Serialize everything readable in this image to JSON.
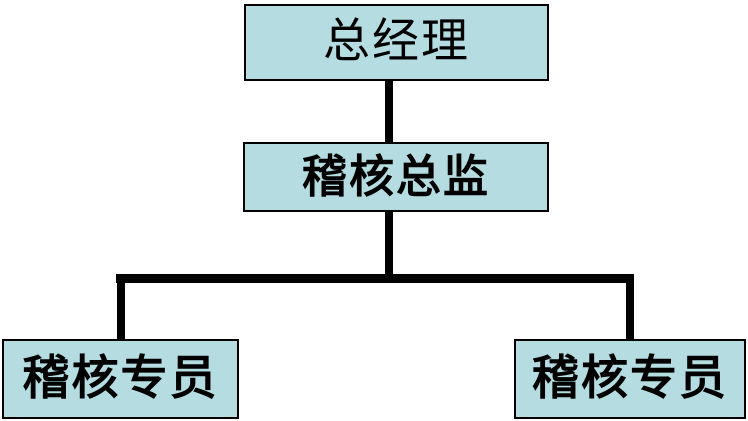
{
  "diagram": {
    "type": "organizational-chart",
    "title": "",
    "background_color": "#ffffff",
    "box_fill_color": "#b5dde1",
    "box_border_color": "#000000",
    "connector_color": "#000000",
    "text_color": "#000000",
    "levels": [
      {
        "level": 1,
        "nodes": [
          {
            "id": "general-manager",
            "label": "总经理"
          }
        ]
      },
      {
        "level": 2,
        "nodes": [
          {
            "id": "audit-director",
            "label": "稽核总监"
          }
        ]
      },
      {
        "level": 3,
        "nodes": [
          {
            "id": "audit-specialist-left",
            "label": "稽核专员"
          },
          {
            "id": "audit-specialist-right",
            "label": "稽核专员"
          }
        ]
      }
    ],
    "connections": [
      {
        "from": "general-manager",
        "to": "audit-director",
        "style": "vertical-line"
      },
      {
        "from": "audit-director",
        "to": "audit-specialist-left",
        "style": "elbow-bus"
      },
      {
        "from": "audit-director",
        "to": "audit-specialist-right",
        "style": "elbow-bus"
      }
    ]
  }
}
